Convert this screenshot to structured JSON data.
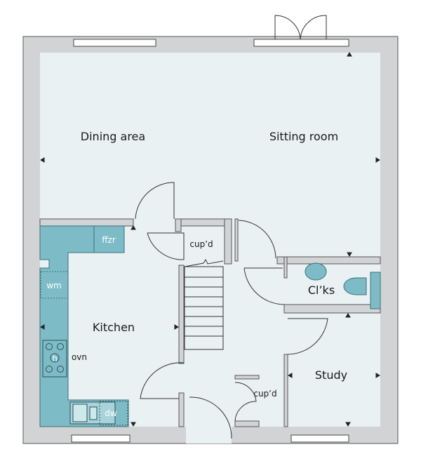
{
  "rooms": {
    "dining": "Dining area",
    "sitting": "Sitting room",
    "kitchen": "Kitchen",
    "cupd1": "cup’d",
    "clks": "Cl’ks",
    "study": "Study",
    "cupd2": "cup’d"
  },
  "fixtures": {
    "ffzr": "ffzr",
    "wm": "wm",
    "ovn": "ovn",
    "hob": "h",
    "dw": "dw"
  },
  "colors": {
    "wall": "#d2d3d5",
    "floor": "#e9f1f3",
    "units": "#7dbcc7"
  }
}
